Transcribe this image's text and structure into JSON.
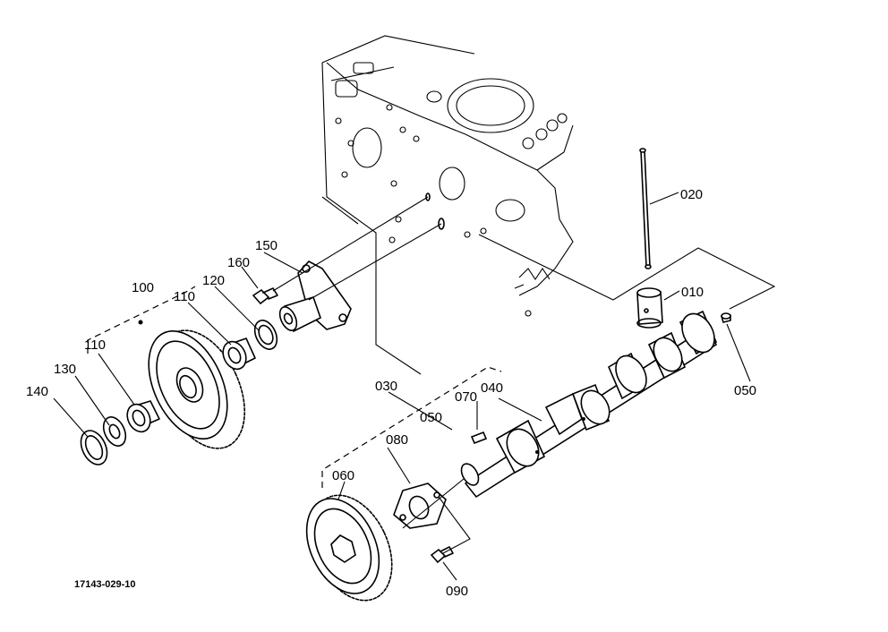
{
  "labels": {
    "p010": "010",
    "p020": "020",
    "p030": "030",
    "p040": "040",
    "p050a": "050",
    "p050b": "050",
    "p060": "060",
    "p070": "070",
    "p080": "080",
    "p090": "090",
    "p100": "100",
    "p110a": "110",
    "p110b": "110",
    "p120": "120",
    "p130": "130",
    "p140": "140",
    "p150": "150",
    "p160": "160"
  },
  "reference": "17143-029-10"
}
